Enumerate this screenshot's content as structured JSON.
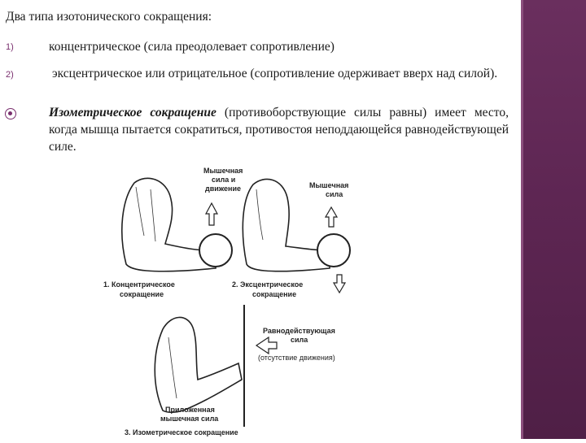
{
  "slide": {
    "title": "Два типа изотонического сокращения:",
    "items": [
      {
        "marker": "1)",
        "text": "концентрическое (сила преодолевает сопротивление)"
      },
      {
        "marker": "2)",
        "text": "эксцентрическое или отрицательное (сопротивление одерживает вверх над силой)."
      }
    ],
    "isometric": {
      "term": "Изометрическое сокращение",
      "text": " (противоборствующие силы равны) имеет место, когда мышца пытается сократиться, противостоя неподдающейся равнодействующей силе."
    }
  },
  "diagram": {
    "panel1": {
      "force_label_1": "Мышечная",
      "force_label_2": "сила и",
      "force_label_3": "движение",
      "caption_1": "1. Концентрическое",
      "caption_2": "сокращение"
    },
    "panel2": {
      "force_label_1": "Мышечная",
      "force_label_2": "сила",
      "caption_1": "2. Эксцентрическое",
      "caption_2": "сокращение"
    },
    "panel3": {
      "resultant_1": "Равнодействующая",
      "resultant_2": "сила",
      "no_motion": "(отсутствие движения)",
      "applied_1": "Приложенная",
      "applied_2": "мышечная сила",
      "caption": "3. Изометрическое сокращение"
    }
  },
  "colors": {
    "sidebar": "#5e2653",
    "bullet": "#7a2f6e"
  }
}
